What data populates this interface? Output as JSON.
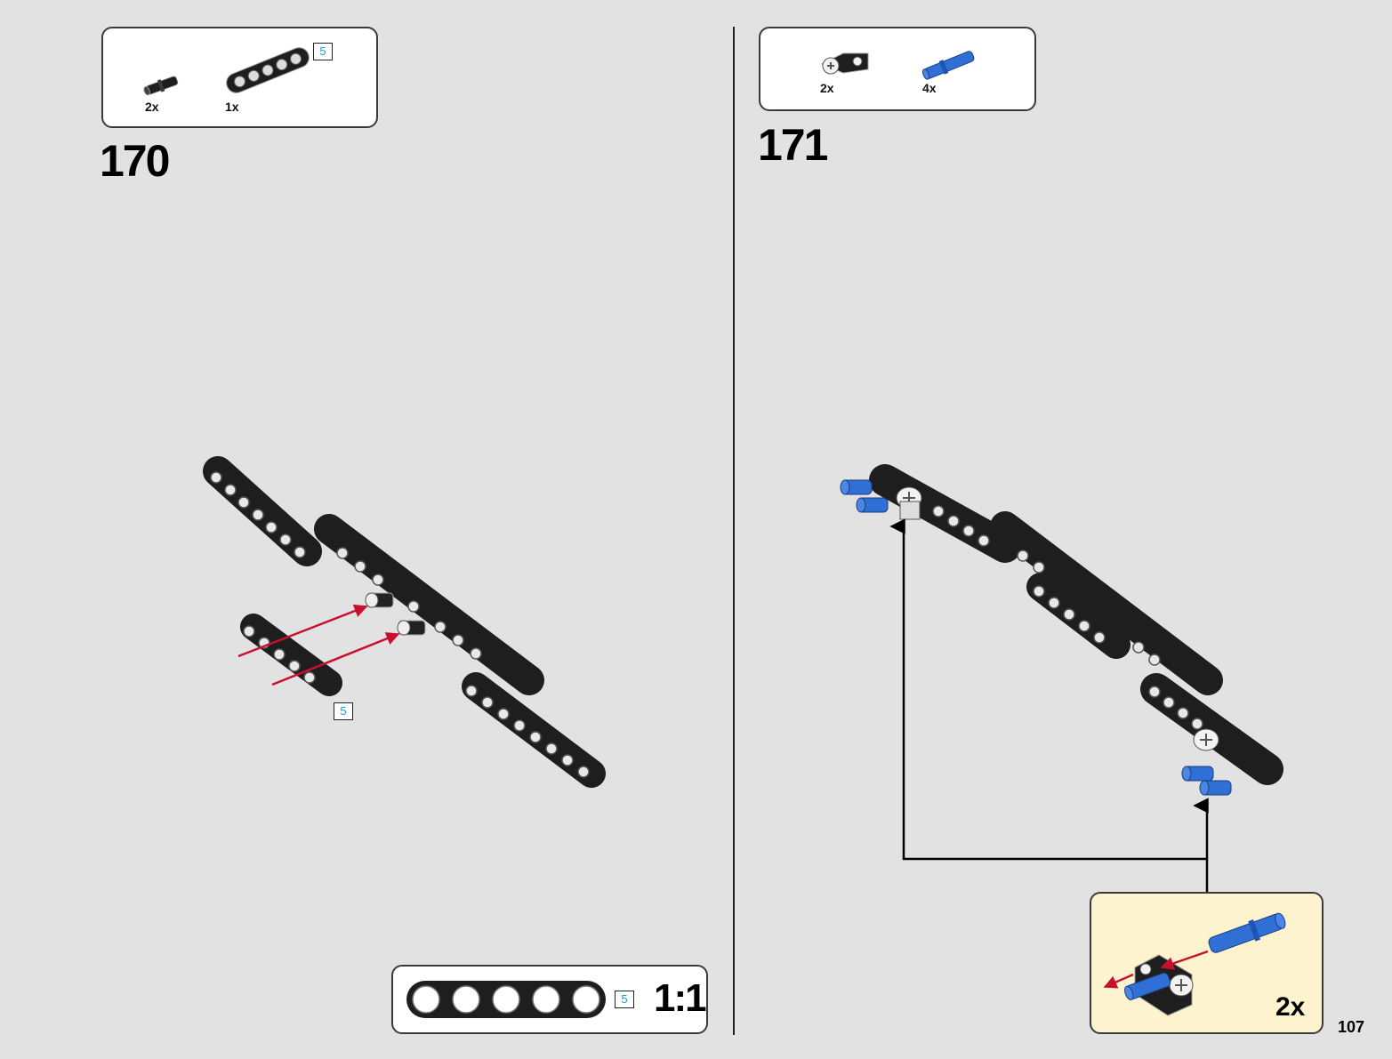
{
  "step170": {
    "number": "170",
    "parts": [
      {
        "qty": "2x",
        "icon": "black-friction-pin-icon"
      },
      {
        "qty": "1x",
        "icon": "black-5-beam-icon",
        "length": "5"
      }
    ],
    "callout_length": "5"
  },
  "step171": {
    "number": "171",
    "parts": [
      {
        "qty": "2x",
        "icon": "black-cross-block-icon"
      },
      {
        "qty": "4x",
        "icon": "blue-axle-pin-icon"
      }
    ],
    "subassembly_multiplier": "2x"
  },
  "scale_box": {
    "length": "5",
    "ratio": "1:1"
  },
  "page_number": "107",
  "colors": {
    "background": "#e2e2e2",
    "black_part": "#1e1e1e",
    "blue_part": "#2f6fd6",
    "arrow_red": "#c8102e",
    "subassembly_bg": "#fdf3cf",
    "length_text": "#1a9bd6"
  }
}
